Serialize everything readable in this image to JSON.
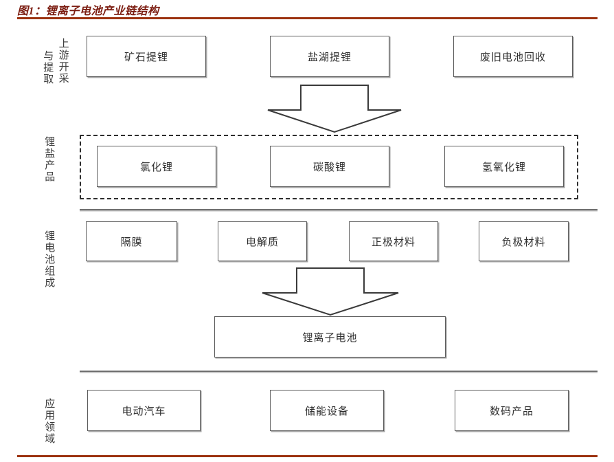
{
  "figure": {
    "title": "图1：锂离子电池产业链结构",
    "accent_color": "#9c3210",
    "box_border_color": "#5d5d5d",
    "text_color": "#2f2f2f",
    "background": "#ffffff"
  },
  "row_labels": {
    "upstream_a": "上游开采",
    "upstream_b": "与提取",
    "salt": "锂盐产品",
    "cell": "锂电池组成",
    "application": "应用领域"
  },
  "rows": {
    "upstream": {
      "nodes": [
        {
          "label": "矿石提锂"
        },
        {
          "label": "盐湖提锂"
        },
        {
          "label": "废旧电池回收"
        }
      ]
    },
    "salt_products": {
      "nodes": [
        {
          "label": "氯化锂"
        },
        {
          "label": "碳酸锂"
        },
        {
          "label": "氢氧化锂"
        }
      ]
    },
    "cell_components": {
      "nodes": [
        {
          "label": "隔膜"
        },
        {
          "label": "电解质"
        },
        {
          "label": "正极材料"
        },
        {
          "label": "负极材料"
        }
      ]
    },
    "battery": {
      "label": "锂离子电池"
    },
    "applications": {
      "nodes": [
        {
          "label": "电动汽车"
        },
        {
          "label": "储能设备"
        },
        {
          "label": "数码产品"
        }
      ]
    }
  },
  "arrows": [
    {
      "name": "arrow-upstream-to-salt",
      "direction": "down"
    },
    {
      "name": "arrow-components-to-battery",
      "direction": "down"
    }
  ]
}
